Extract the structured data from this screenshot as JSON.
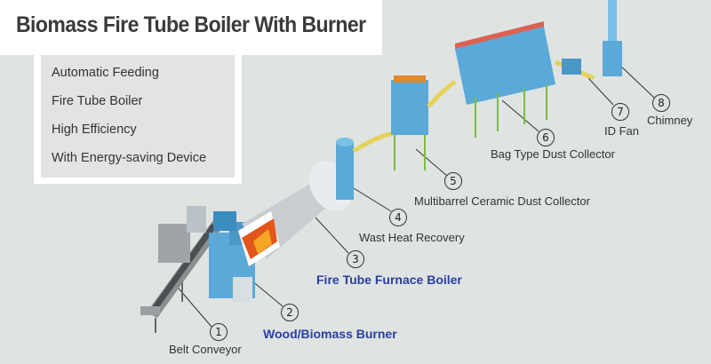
{
  "title": "Biomass Fire Tube Boiler With Burner",
  "features": [
    "Automatic Feeding",
    "Fire Tube Boiler",
    "High Efficiency",
    "With Energy-saving Device"
  ],
  "components": [
    {
      "num": "1",
      "label": "Belt Conveyor",
      "highlight": false
    },
    {
      "num": "2",
      "label": "Wood/Biomass Burner",
      "highlight": true
    },
    {
      "num": "3",
      "label": "Fire Tube Furnace Boiler",
      "highlight": true
    },
    {
      "num": "4",
      "label": "Wast Heat Recovery",
      "highlight": false
    },
    {
      "num": "5",
      "label": "Multibarrel Ceramic Dust Collector",
      "highlight": false
    },
    {
      "num": "6",
      "label": "Bag Type Dust Collector",
      "highlight": false
    },
    {
      "num": "7",
      "label": "ID Fan",
      "highlight": false
    },
    {
      "num": "8",
      "label": "Chimney",
      "highlight": false
    }
  ],
  "colors": {
    "highlight_label": "#2a3fa0",
    "equipment_blue": "#5aa9d8",
    "duct_yellow": "#e6d25a",
    "frame_green": "#7bbf3a"
  }
}
